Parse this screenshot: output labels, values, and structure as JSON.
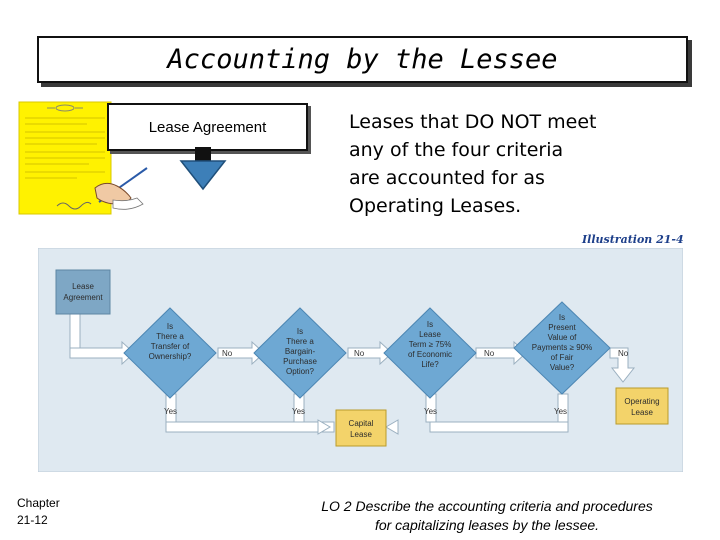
{
  "header": {
    "title": "Accounting by the Lessee"
  },
  "lease_box": {
    "label": "Lease Agreement"
  },
  "main_text": {
    "lines": [
      "Leases that DO NOT meet",
      "any of the four criteria",
      "are accounted for as",
      "Operating Leases."
    ]
  },
  "illustration_label": "Illustration 21-4",
  "flowchart": {
    "start": [
      "Lease",
      "Agreement"
    ],
    "criteria": [
      [
        "Is",
        "There a",
        "Transfer of",
        "Ownership?"
      ],
      [
        "Is",
        "There a",
        "Bargain-",
        "Purchase",
        "Option?"
      ],
      [
        "Is",
        "Lease",
        "Term ≥ 75%",
        "of Economic",
        "Life?"
      ],
      [
        "Is",
        "Present",
        "Value of",
        "Payments ≥ 90%",
        "of Fair",
        "Value?"
      ]
    ],
    "no_label": "No",
    "yes_label": "Yes",
    "capital": [
      "Capital",
      "Lease"
    ],
    "operating": [
      "Operating",
      "Lease"
    ],
    "colors": {
      "panel": "#dfe9f1",
      "diamond": "#6ea8d3",
      "start_box": "#7ea7c5",
      "result_box": "#f3d36a",
      "arrow": "#ffffff",
      "arrow_edge": "#9bb0c0"
    }
  },
  "footer": {
    "chapter": [
      "Chapter",
      "21-12"
    ],
    "lo": [
      "LO 2  Describe the accounting criteria and procedures",
      "for capitalizing leases by the lessee."
    ]
  }
}
